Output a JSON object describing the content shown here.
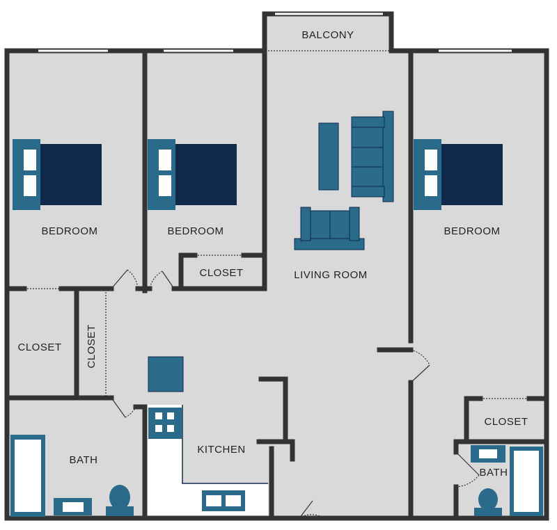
{
  "colors": {
    "floor": "#d9d9d9",
    "wall": "#333333",
    "furniture": "#2a6b8c",
    "bed": "#0f2a4a",
    "window": "#ffffff",
    "door_swing": "#333333"
  },
  "rooms": {
    "balcony": "BALCONY",
    "bedroom_left": "BEDROOM",
    "bedroom_middle": "BEDROOM",
    "bedroom_right": "BEDROOM",
    "closet_middle": "CLOSET",
    "living_room": "LIVING ROOM",
    "closet_left": "CLOSET",
    "closet_hall": "CLOSET",
    "closet_right": "CLOSET",
    "bath_left": "BATH",
    "kitchen": "KITCHEN",
    "bath_right": "BATH"
  },
  "icons": {
    "bed": "bed-icon",
    "sofa": "sofa-icon",
    "loveseat": "loveseat-icon",
    "coffee_table": "coffee-table-icon",
    "bathtub": "bathtub-icon",
    "toilet": "toilet-icon",
    "sink": "sink-icon",
    "stove": "stove-icon",
    "refrigerator": "refrigerator-icon"
  }
}
